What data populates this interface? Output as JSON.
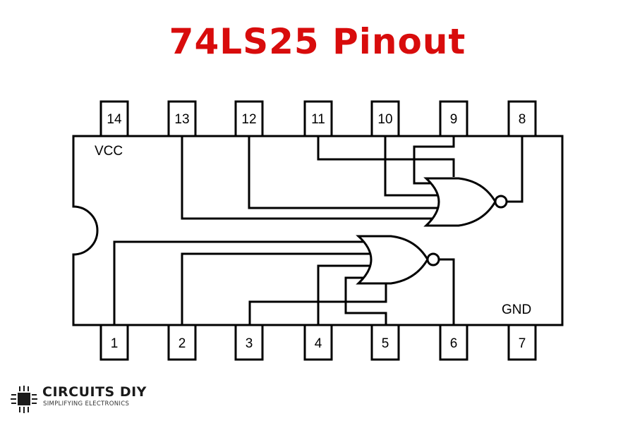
{
  "title": "74LS25 Pinout",
  "title_color": "#d80c0c",
  "chip": {
    "top_pins": [
      "14",
      "13",
      "12",
      "11",
      "10",
      "9",
      "8"
    ],
    "bottom_pins": [
      "1",
      "2",
      "3",
      "4",
      "5",
      "6",
      "7"
    ],
    "vcc_label": "VCC",
    "gnd_label": "GND",
    "gates": [
      {
        "type": "NOR",
        "inputs": [
          "9",
          "10",
          "11",
          "12",
          "13"
        ],
        "output": "8"
      },
      {
        "type": "NOR",
        "inputs": [
          "1",
          "2",
          "3",
          "4",
          "5"
        ],
        "output": "6"
      }
    ]
  },
  "logo": {
    "name": "CIRCUITS DIY",
    "tagline": "SIMPLIFYING ELECTRONICS",
    "icon": "chip-icon"
  }
}
